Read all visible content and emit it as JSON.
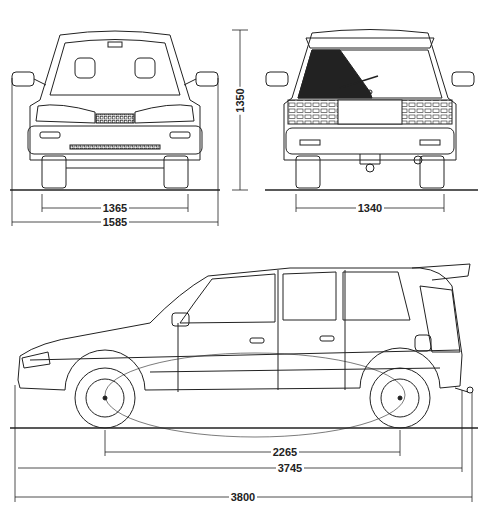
{
  "diagram": {
    "labels": [
      "1350",
      "1365",
      "1585",
      "1340",
      "2265",
      "3745",
      "3800"
    ]
  }
}
